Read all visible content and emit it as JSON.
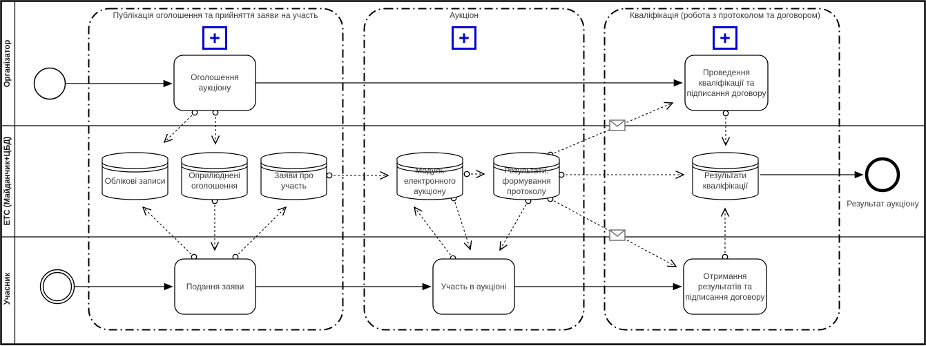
{
  "colors": {
    "accent_blue": "#0000d9",
    "stroke": "#000000",
    "text": "#3d3d3d",
    "envelope_stroke": "#757575"
  },
  "lanes": [
    {
      "label": "Організатор"
    },
    {
      "label": "ЕТС (Майданчик+ЦБД)"
    },
    {
      "label": "Учасник"
    }
  ],
  "groups": [
    {
      "title": "Публікація оголошення та прийняття заяви на участь",
      "expand_icon": "+"
    },
    {
      "title": "Аукціон",
      "expand_icon": "+"
    },
    {
      "title": "Кваліфікація (робота з протоколом та договором)",
      "expand_icon": "+"
    }
  ],
  "tasks": [
    {
      "label": "Оголошення аукціону"
    },
    {
      "label": "Проведення кваліфікації та підписання договору"
    },
    {
      "label": "Подання заяви"
    },
    {
      "label": "Участь в аукціоні"
    },
    {
      "label": "Отримання результатів та підписання договору"
    }
  ],
  "datastores": [
    {
      "label": "Облікові записи"
    },
    {
      "label": "Оприлюднені оголошення"
    },
    {
      "label": "Заяви про участь"
    },
    {
      "label": "Модуль електронного аукціону"
    },
    {
      "label": "Результати, формування протоколу"
    },
    {
      "label": "Результати кваліфікації"
    }
  ],
  "events": {
    "end_label": "Результат аукціону"
  }
}
